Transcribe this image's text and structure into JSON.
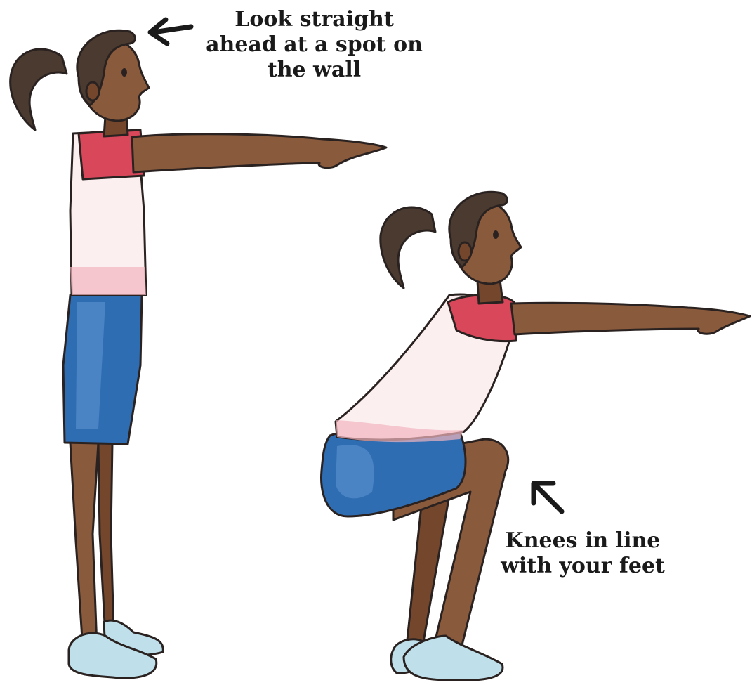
{
  "captions": {
    "look": [
      "Look straight",
      "ahead at a spot on",
      "the wall"
    ],
    "knees": [
      "Knees in line",
      "with your feet"
    ]
  },
  "colors": {
    "skin": "#8a5a3c",
    "skin_shadow": "#6e4329",
    "hair": "#4a3a30",
    "shirt": "#fbeff0",
    "sleeve": "#d9475a",
    "shorts": "#2f6db3",
    "shoe": "#bfe0ea",
    "outline": "#2a2220"
  },
  "icons": [
    "arrow-left-icon",
    "arrow-up-left-icon"
  ]
}
